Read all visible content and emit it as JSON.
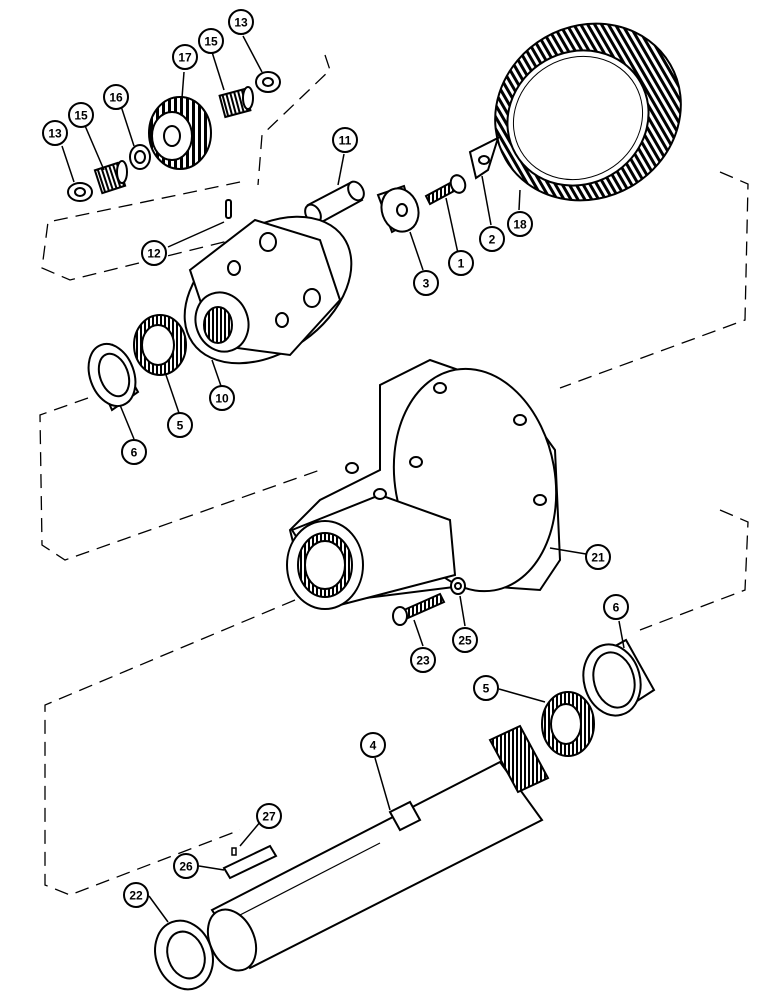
{
  "diagram": {
    "callouts": [
      {
        "id": "c13a",
        "label": "13"
      },
      {
        "id": "c15a",
        "label": "15"
      },
      {
        "id": "c16",
        "label": "16"
      },
      {
        "id": "c17",
        "label": "17"
      },
      {
        "id": "c15b",
        "label": "15"
      },
      {
        "id": "c13b",
        "label": "13"
      },
      {
        "id": "c11",
        "label": "11"
      },
      {
        "id": "c12",
        "label": "12"
      },
      {
        "id": "c3",
        "label": "3"
      },
      {
        "id": "c1",
        "label": "1"
      },
      {
        "id": "c2",
        "label": "2"
      },
      {
        "id": "c18",
        "label": "18"
      },
      {
        "id": "c10",
        "label": "10"
      },
      {
        "id": "c5a",
        "label": "5"
      },
      {
        "id": "c6a",
        "label": "6"
      },
      {
        "id": "c21",
        "label": "21"
      },
      {
        "id": "c23",
        "label": "23"
      },
      {
        "id": "c25",
        "label": "25"
      },
      {
        "id": "c6b",
        "label": "6"
      },
      {
        "id": "c5b",
        "label": "5"
      },
      {
        "id": "c4",
        "label": "4"
      },
      {
        "id": "c27",
        "label": "27"
      },
      {
        "id": "c26",
        "label": "26"
      },
      {
        "id": "c22",
        "label": "22"
      }
    ]
  },
  "colors": {
    "ink": "#000000",
    "paper": "#ffffff"
  }
}
